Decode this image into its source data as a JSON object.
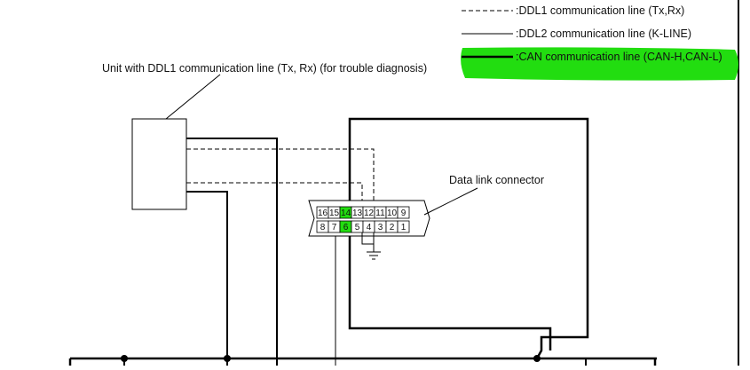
{
  "legend": {
    "ddl1": ":DDL1 communication line (Tx,Rx)",
    "ddl2": ":DDL2 communication line (K-LINE)",
    "can": ":CAN communication line (CAN-H,CAN-L)"
  },
  "unit_label": "Unit with DDL1 communication line (Tx, Rx) (for trouble diagnosis)",
  "connector_label": "Data link connector",
  "connector": {
    "top_pins": [
      "16",
      "15",
      "14",
      "13",
      "12",
      "11",
      "10",
      "9"
    ],
    "bottom_pins": [
      "8",
      "7",
      "6",
      "5",
      "4",
      "3",
      "2",
      "1"
    ],
    "highlighted_pins": [
      "14",
      "6"
    ]
  },
  "colors": {
    "highlight": "#22dd10",
    "line": "#000000"
  }
}
